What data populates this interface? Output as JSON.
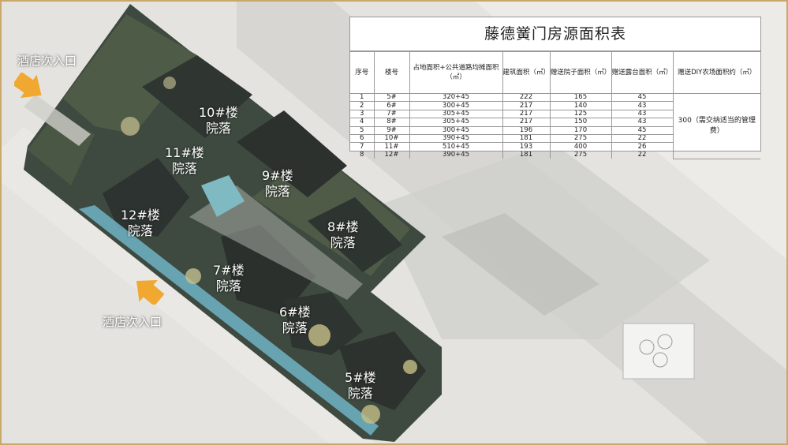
{
  "table": {
    "title": "藤德黉门房源面积表",
    "headers": [
      "序号",
      "楼号",
      "占地面积+公共道路均摊面积（㎡）",
      "建筑面积（㎡）",
      "赠送院子面积（㎡）",
      "赠送露台面积（㎡）",
      "赠送DIY农场面积约（㎡）"
    ],
    "rows": [
      [
        "1",
        "5#",
        "320+45",
        "222",
        "165",
        "45"
      ],
      [
        "2",
        "6#",
        "300+45",
        "217",
        "140",
        "43"
      ],
      [
        "3",
        "7#",
        "305+45",
        "217",
        "125",
        "43"
      ],
      [
        "4",
        "8#",
        "305+45",
        "217",
        "150",
        "43"
      ],
      [
        "5",
        "9#",
        "300+45",
        "196",
        "170",
        "45"
      ],
      [
        "6",
        "10#",
        "390+45",
        "181",
        "275",
        "22"
      ],
      [
        "7",
        "11#",
        "510+45",
        "193",
        "400",
        "26"
      ],
      [
        "8",
        "12#",
        "390+45",
        "181",
        "275",
        "22"
      ]
    ],
    "diy_note": "300（需交纳适当的管理费）"
  },
  "map": {
    "labels": {
      "c10": "10#楼\n院落",
      "c11": "11#楼\n院落",
      "c9": "9#楼\n院落",
      "c12": "12#楼\n院落",
      "c8": "8#楼\n院落",
      "c7": "7#楼\n院落",
      "c6": "6#楼\n院落",
      "c5": "5#楼\n院落"
    },
    "entrance_top": "酒店次入口",
    "entrance_bottom": "酒店次入口"
  },
  "colors": {
    "frame": "#caa86a",
    "arrow": "#f0a830",
    "site_dark": "#3e4a40",
    "water": "#6fb3c4"
  },
  "icons": {
    "entrance_marker": "arrow-icon"
  }
}
